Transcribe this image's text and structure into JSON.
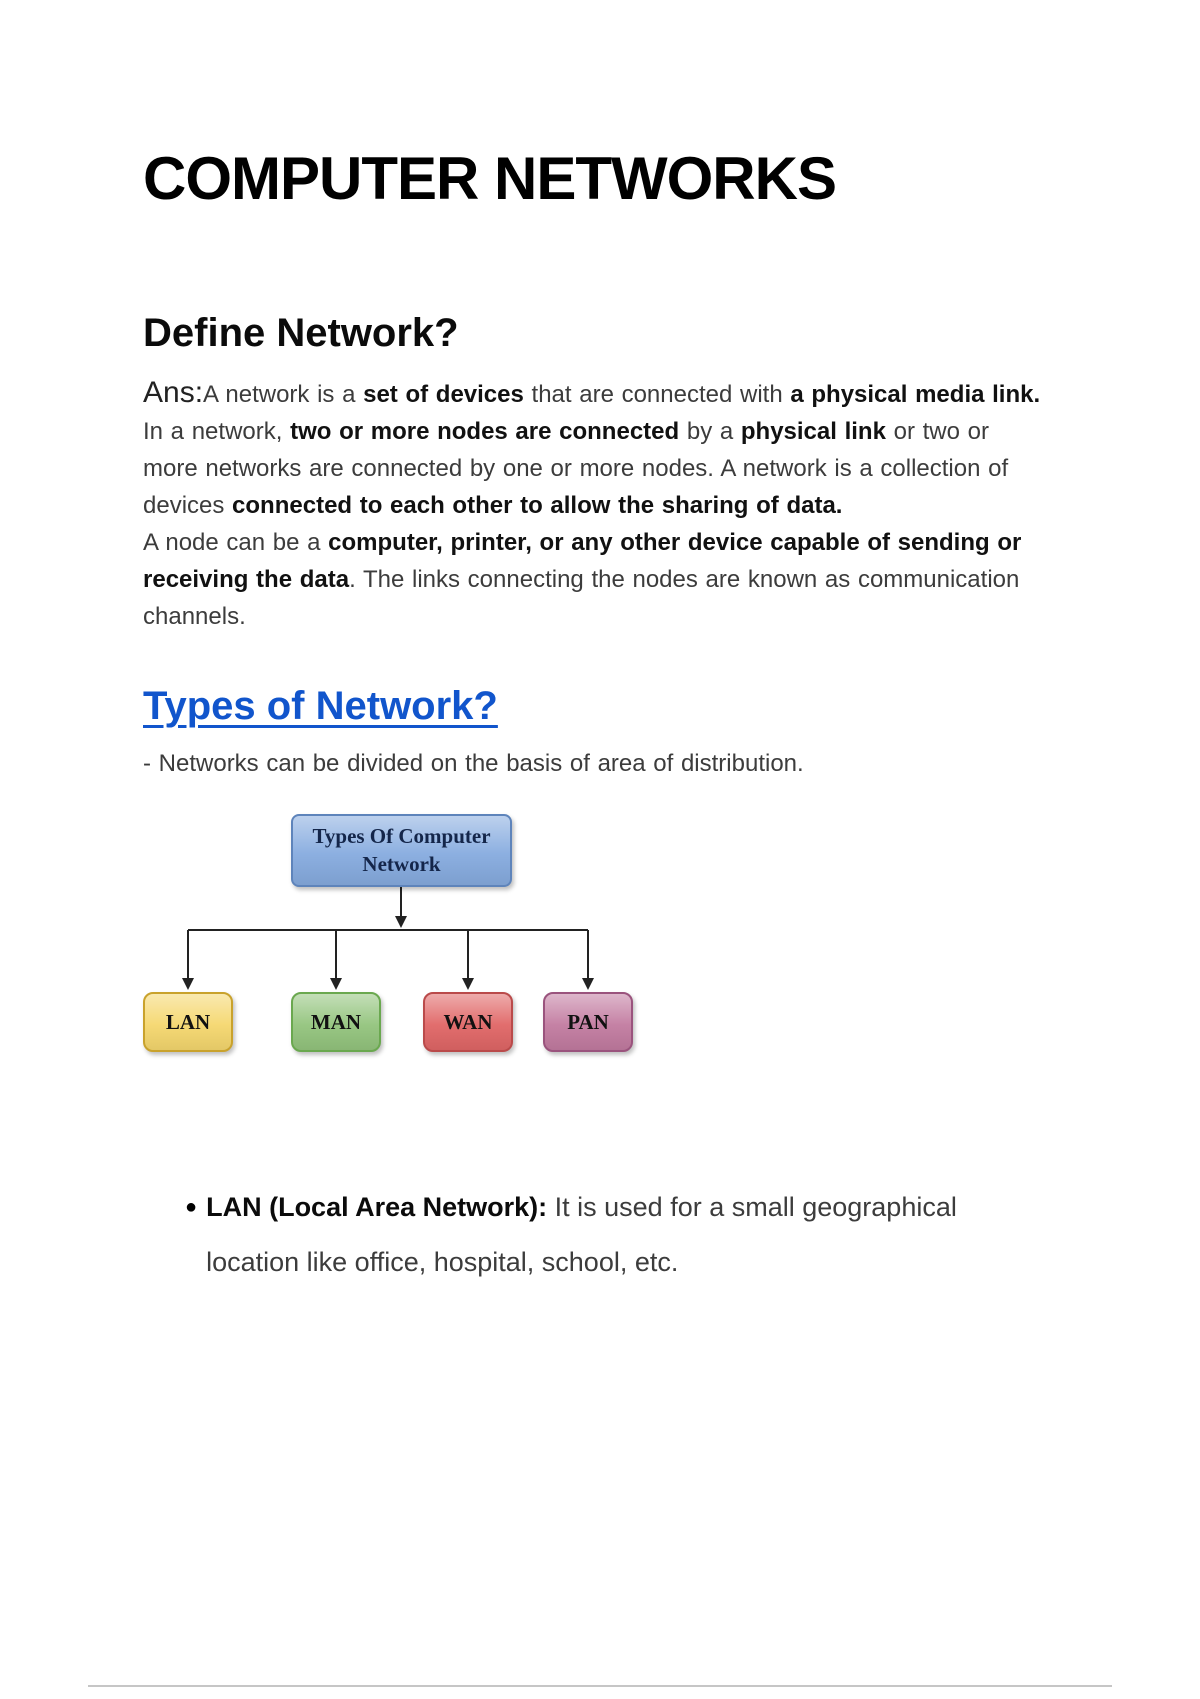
{
  "page": {
    "title": "COMPUTER NETWORKS"
  },
  "define": {
    "heading": "Define Network?",
    "ans_label": "Ans:",
    "p1": [
      {
        "t": "A network is a ",
        "b": false
      },
      {
        "t": "set of devices",
        "b": true
      },
      {
        "t": " that are connected with ",
        "b": false
      },
      {
        "t": "a physical media link.",
        "b": true
      },
      {
        "t": " In a network, ",
        "b": false
      },
      {
        "t": "two or more nodes are connected",
        "b": true
      },
      {
        "t": " by a ",
        "b": false
      },
      {
        "t": "physical link",
        "b": true
      },
      {
        "t": " or two or more networks are connected by one or more nodes. A network is a collection of devices ",
        "b": false
      },
      {
        "t": "connected to each other to allow the sharing of data.",
        "b": true
      }
    ],
    "p2": [
      {
        "t": "A node can be a ",
        "b": false
      },
      {
        "t": "computer, printer, or any other device capable of sending or receiving the data",
        "b": true
      },
      {
        "t": ". The links connecting the nodes are known as communication channels.",
        "b": false
      }
    ]
  },
  "types": {
    "heading": "Types of Network?",
    "heading_color": "#1155CC",
    "intro": "- Networks can be divided on the basis of area of distribution.",
    "bullet_glyph": "●",
    "diagram": {
      "root": {
        "label": "Types Of Computer Network",
        "fill": "#86ABDF",
        "border": "#5E84BB",
        "text_color": "#14264a"
      },
      "nodes": [
        {
          "label": "LAN",
          "fill": "#F5D76E",
          "border": "#C9A22C"
        },
        {
          "label": "MAN",
          "fill": "#93C47D",
          "border": "#6AA84F"
        },
        {
          "label": "WAN",
          "fill": "#E06666",
          "border": "#BA4A4A"
        },
        {
          "label": "PAN",
          "fill": "#C27BA0",
          "border": "#9A537D"
        }
      ],
      "connector_color": "#222222"
    },
    "bullets": [
      {
        "bold": "LAN (Local Area Network):",
        "rest": " It is used for a small geographical location like office, hospital, school, etc."
      }
    ]
  }
}
